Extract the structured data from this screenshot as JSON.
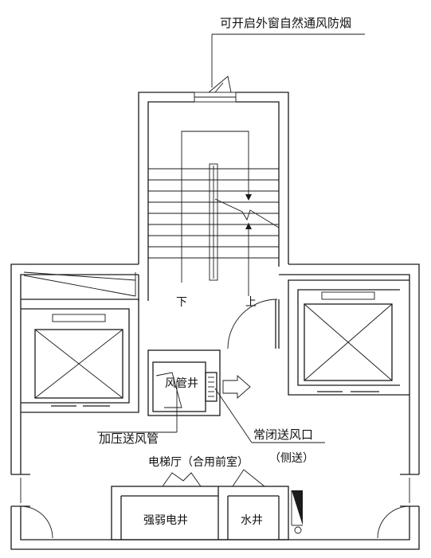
{
  "labels": {
    "window": "可开启外窗自然通风防烟",
    "down": "下",
    "up": "上",
    "shaft": "风管井",
    "duct": "加压送风管",
    "vent": "常闭送风口",
    "vent_note": "（侧送）",
    "lobby": "电梯厅（合用前室）",
    "elec": "强弱电井",
    "water": "水井"
  },
  "colors": {
    "line": "#1a1a1a",
    "background": "#ffffff"
  }
}
